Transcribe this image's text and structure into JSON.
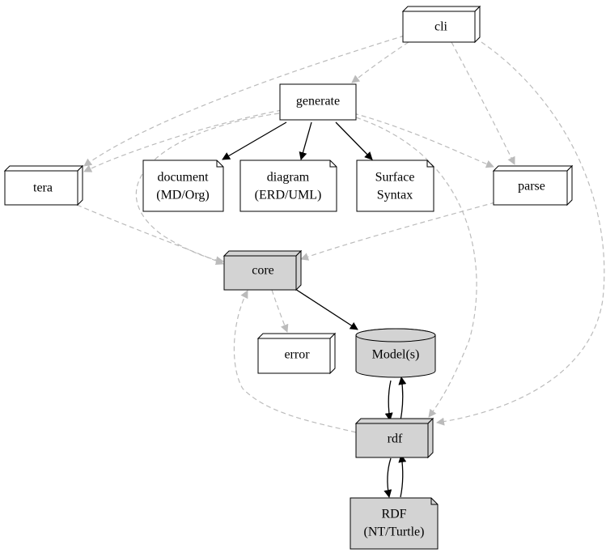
{
  "diagram": {
    "nodes": {
      "cli": {
        "label": "cli",
        "fill": "#ffffff"
      },
      "generate": {
        "label": "generate",
        "fill": "#ffffff"
      },
      "tera": {
        "label": "tera",
        "fill": "#ffffff"
      },
      "document": {
        "label_line1": "document",
        "label_line2": "(MD/Org)",
        "fill": "#ffffff"
      },
      "diagram": {
        "label_line1": "diagram",
        "label_line2": "(ERD/UML)",
        "fill": "#ffffff"
      },
      "surface": {
        "label_line1": "Surface",
        "label_line2": "Syntax",
        "fill": "#ffffff"
      },
      "parse": {
        "label": "parse",
        "fill": "#ffffff"
      },
      "core": {
        "label": "core",
        "fill": "#d3d3d3"
      },
      "error": {
        "label": "error",
        "fill": "#ffffff"
      },
      "models": {
        "label": "Model(s)",
        "fill": "#d3d3d3"
      },
      "rdf": {
        "label": "rdf",
        "fill": "#d3d3d3"
      },
      "rdf_file": {
        "label_line1": "RDF",
        "label_line2": "(NT/Turtle)",
        "fill": "#d3d3d3"
      }
    },
    "edge_colors": {
      "solid": "#000000",
      "dashed": "#bbbbbb"
    }
  }
}
